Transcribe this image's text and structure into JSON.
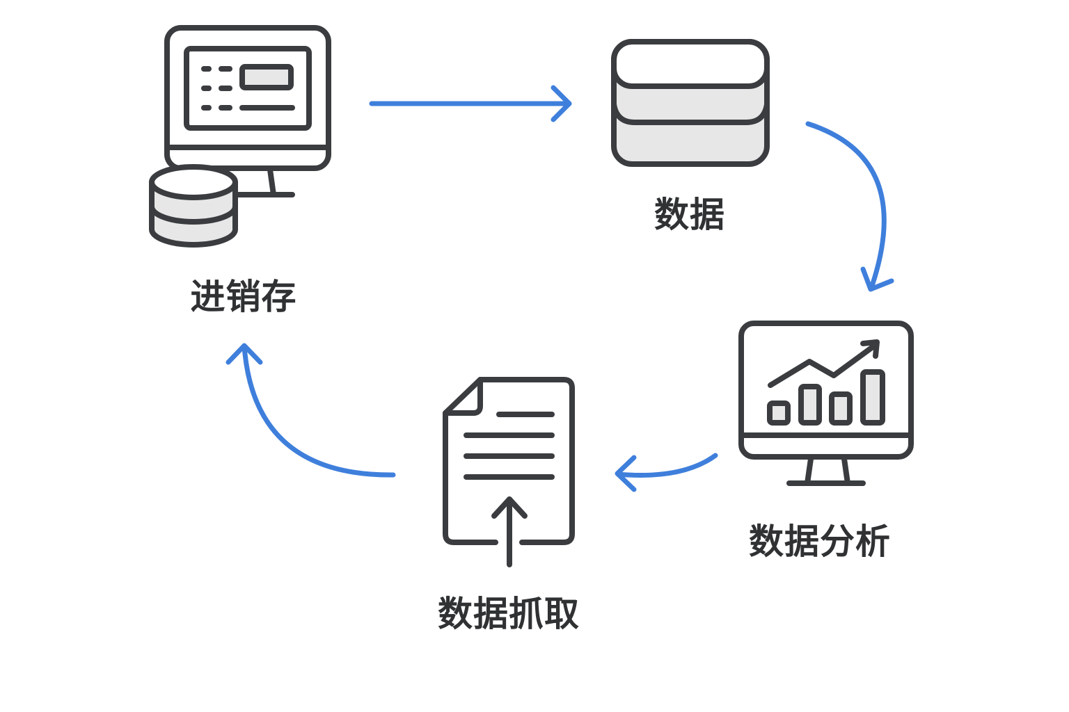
{
  "diagram": {
    "title": "进销存数据流程",
    "nodes": [
      {
        "id": "inventory",
        "label": "进销存",
        "icon": "monitor-with-database-icon"
      },
      {
        "id": "data",
        "label": "数据",
        "icon": "database-stack-icon"
      },
      {
        "id": "analysis",
        "label": "数据分析",
        "icon": "monitor-chart-icon"
      },
      {
        "id": "capture",
        "label": "数据抓取",
        "icon": "document-upload-icon"
      }
    ],
    "edges": [
      {
        "from": "inventory",
        "to": "data"
      },
      {
        "from": "data",
        "to": "analysis"
      },
      {
        "from": "analysis",
        "to": "capture"
      },
      {
        "from": "capture",
        "to": "inventory"
      }
    ],
    "colors": {
      "arrow": "#3f7fdc",
      "icon_stroke": "#3a3c3f",
      "icon_fill": "#e7e7e8",
      "label": "#2f3133"
    }
  }
}
